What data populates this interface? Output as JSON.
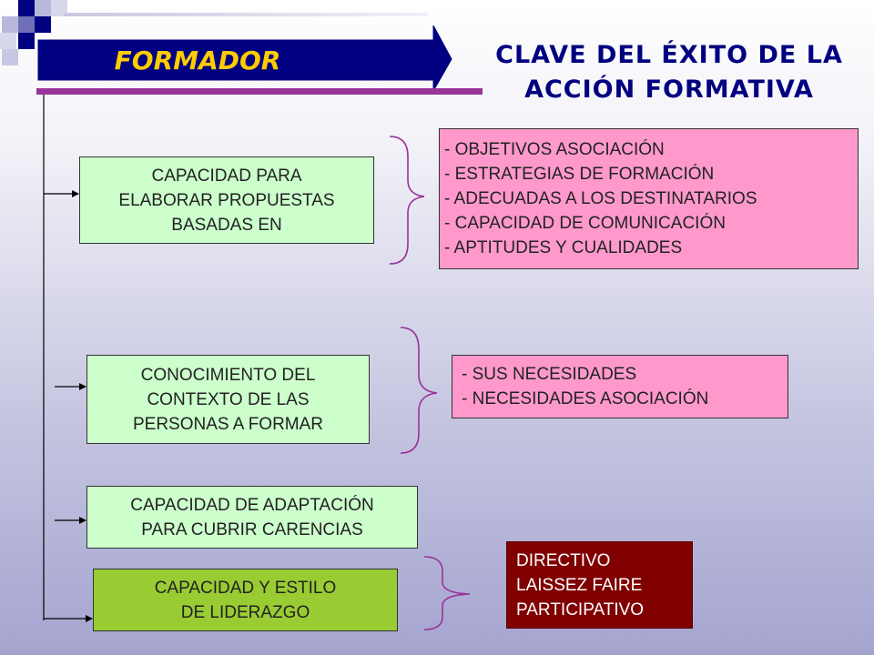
{
  "header": {
    "formador_label": "FORMADOR",
    "title_line1": "CLAVE DEL ÉXITO DE LA",
    "title_line2": "ACCIÓN FORMATIVA"
  },
  "boxes": {
    "propuestas": {
      "lines": [
        "CAPACIDAD PARA",
        "ELABORAR PROPUESTAS",
        "BASADAS EN"
      ]
    },
    "conocimiento": {
      "lines": [
        "CONOCIMIENTO DEL",
        "CONTEXTO DE LAS",
        "PERSONAS A FORMAR"
      ]
    },
    "adaptacion": {
      "lines": [
        "CAPACIDAD DE ADAPTACIÓN",
        "PARA CUBRIR CARENCIAS"
      ]
    },
    "liderazgo": {
      "lines": [
        "CAPACIDAD Y ESTILO",
        "DE LIDERAZGO"
      ]
    }
  },
  "details": {
    "propuestas": [
      "- OBJETIVOS ASOCIACIÓN",
      "- ESTRATEGIAS DE FORMACIÓN",
      "- ADECUADAS A LOS DESTINATARIOS",
      "- CAPACIDAD DE COMUNICACIÓN",
      "- APTITUDES Y CUALIDADES"
    ],
    "conocimiento": [
      "- SUS NECESIDADES",
      "- NECESIDADES ASOCIACIÓN"
    ],
    "liderazgo": [
      "DIRECTIVO",
      "LAISSEZ FAIRE",
      "PARTICIPATIVO"
    ]
  },
  "colors": {
    "navy": "#000080",
    "gold": "#ffcc00",
    "purple_bar": "#993399",
    "box_green": "#ccffcc",
    "box_lime": "#99cc33",
    "box_pink": "#ff99cc",
    "box_maroon": "#800000",
    "bracket": "#993399"
  }
}
